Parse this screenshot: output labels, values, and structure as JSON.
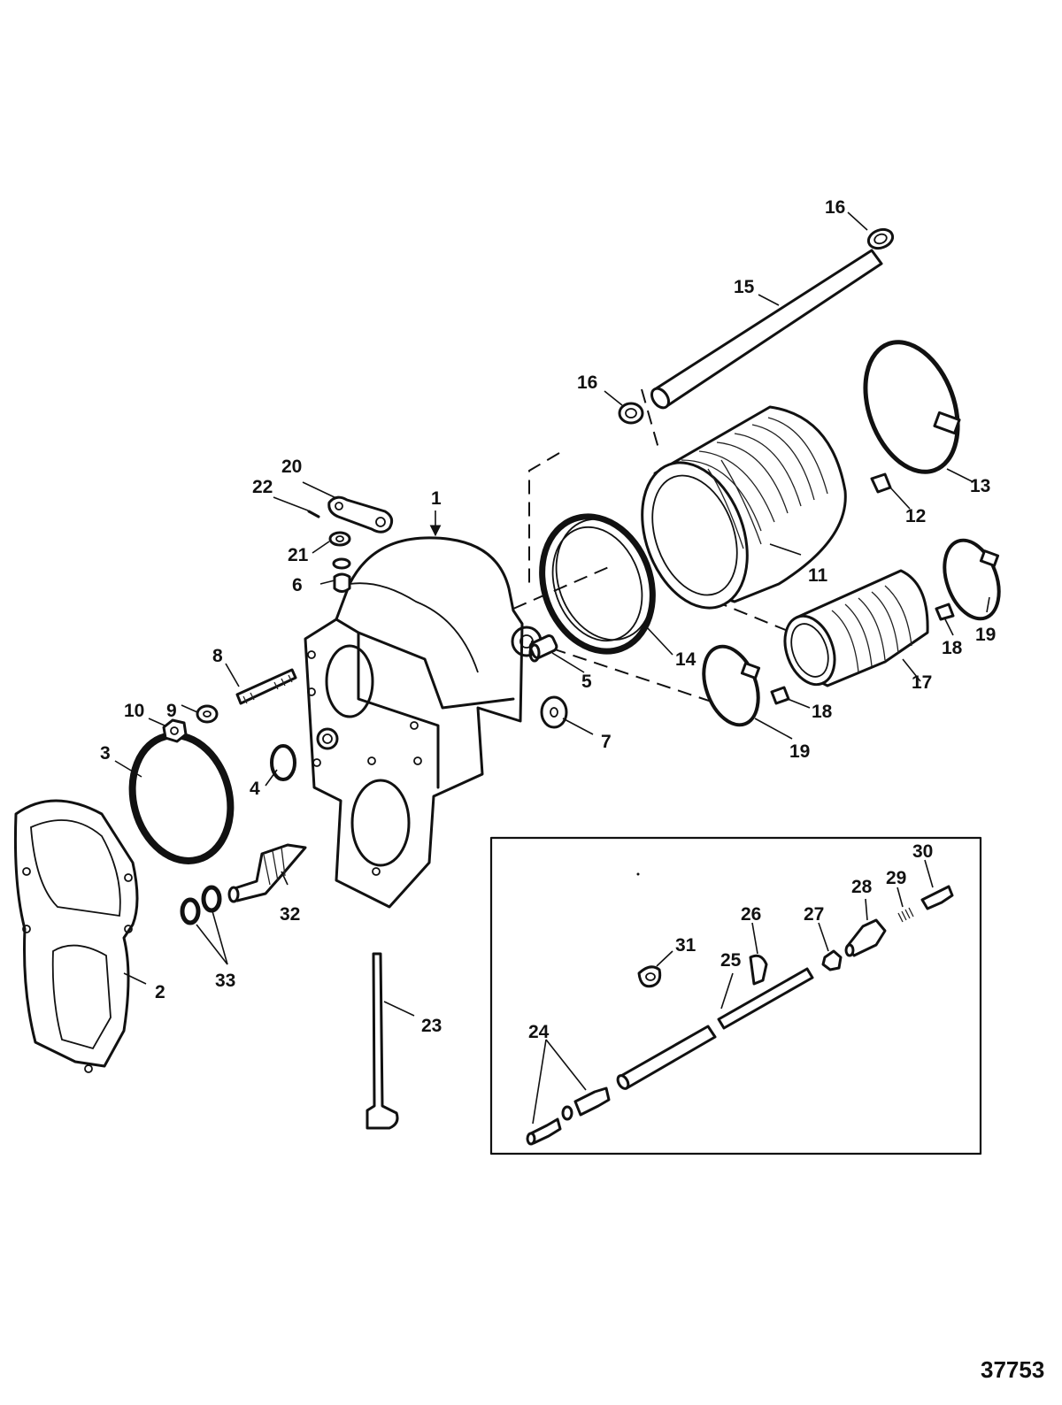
{
  "figure_number": "37753",
  "callouts": {
    "c1": "1",
    "c2": "2",
    "c3": "3",
    "c4": "4",
    "c5": "5",
    "c6": "6",
    "c7": "7",
    "c8": "8",
    "c9": "9",
    "c10": "10",
    "c11": "11",
    "c12": "12",
    "c13": "13",
    "c14": "14",
    "c15": "15",
    "c16a": "16",
    "c16b": "16",
    "c17": "17",
    "c18a": "18",
    "c18b": "18",
    "c19a": "19",
    "c19b": "19",
    "c20": "20",
    "c21": "21",
    "c22": "22",
    "c23": "23",
    "c24": "24",
    "c25": "25",
    "c26": "26",
    "c27": "27",
    "c28": "28",
    "c29": "29",
    "c30": "30",
    "c31": "31",
    "c32": "32",
    "c33": "33"
  }
}
